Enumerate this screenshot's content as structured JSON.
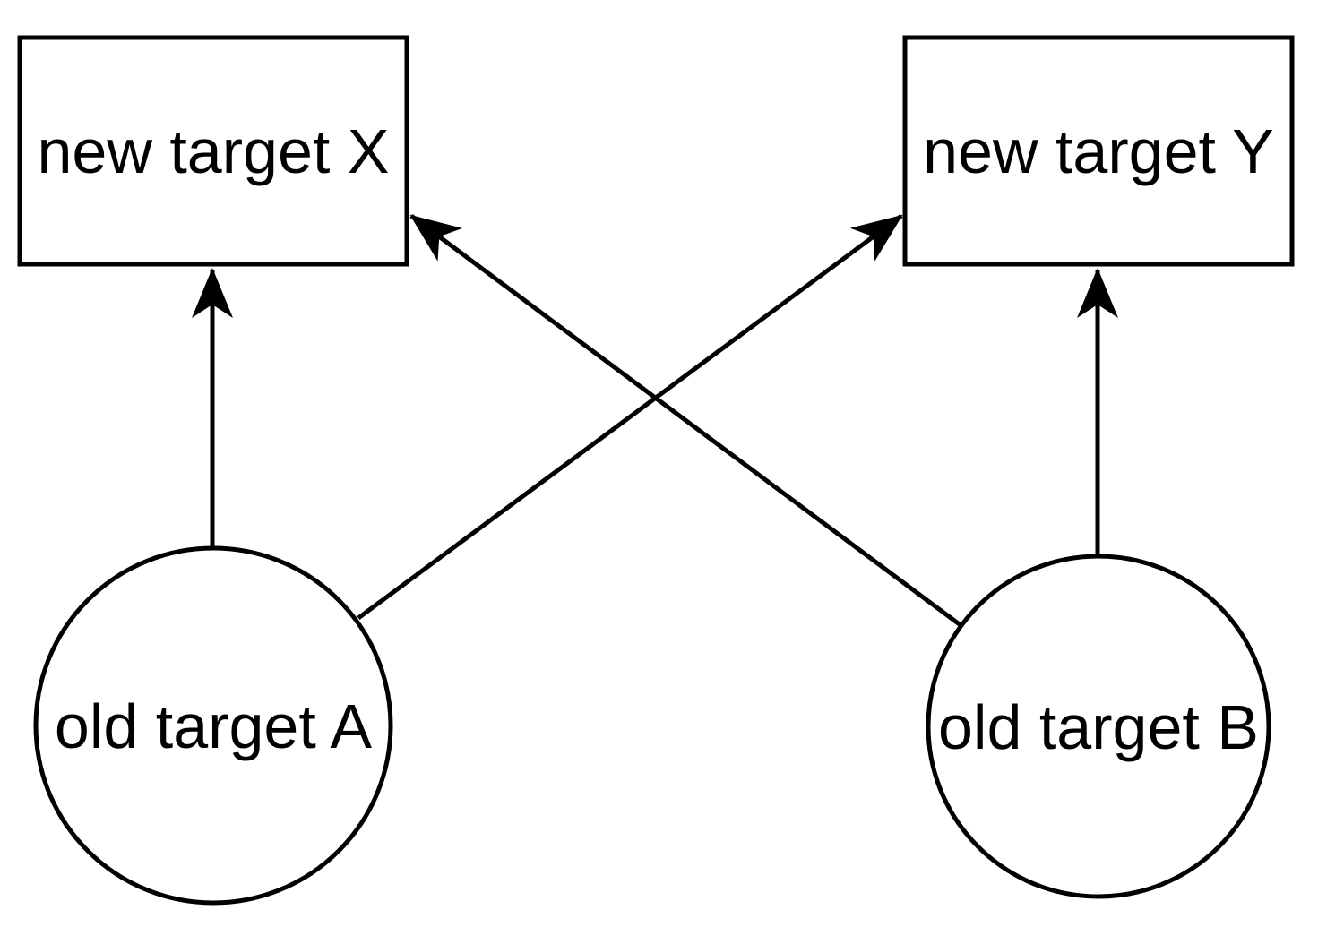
{
  "diagram": {
    "background_color": "#ffffff",
    "stroke_color": "#000000",
    "nodes": {
      "new_target_x": {
        "label": "new target X",
        "shape": "rectangle",
        "position": "top-left"
      },
      "new_target_y": {
        "label": "new target Y",
        "shape": "rectangle",
        "position": "top-right"
      },
      "old_target_a": {
        "label": "old target A",
        "shape": "circle",
        "position": "bottom-left"
      },
      "old_target_b": {
        "label": "old target B",
        "shape": "circle",
        "position": "bottom-right"
      }
    },
    "edges": [
      {
        "from": "old target A",
        "to": "new target X",
        "type": "arrow",
        "direction": "up"
      },
      {
        "from": "old target A",
        "to": "new target Y",
        "type": "arrow",
        "direction": "diagonal-up-right"
      },
      {
        "from": "old target B",
        "to": "new target Y",
        "type": "arrow",
        "direction": "up"
      },
      {
        "from": "old target B",
        "to": "new target X",
        "type": "arrow",
        "direction": "diagonal-up-left"
      }
    ]
  }
}
